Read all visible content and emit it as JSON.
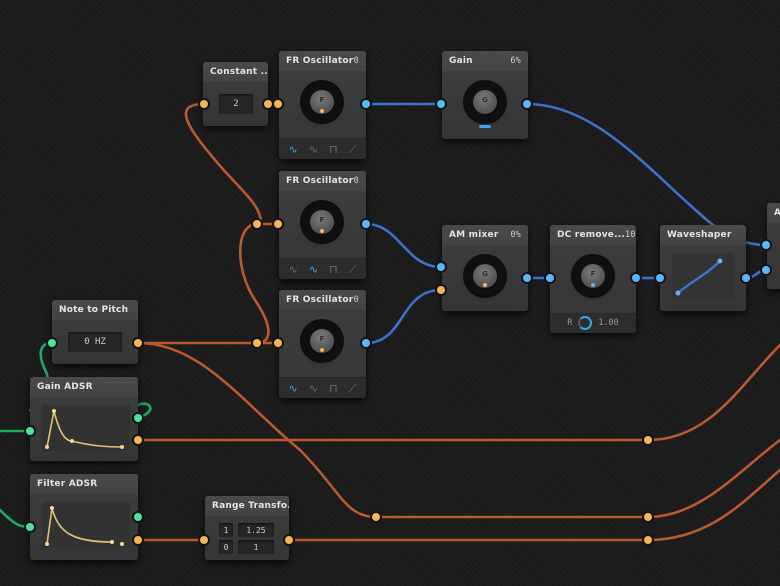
{
  "colors": {
    "audio_wire": "#3c72c8",
    "control_wire": "#b85a2c",
    "gate_wire": "#22a866",
    "audio_port": "#57b9f5",
    "control_port": "#f3b556",
    "gate_port": "#4fe39a"
  },
  "nodes": {
    "constant": {
      "title": "Constant ...",
      "value": "2"
    },
    "osc1": {
      "title": "FR Oscillator",
      "value": "0",
      "knob": "F",
      "active_wave": 0
    },
    "osc2": {
      "title": "FR Oscillator",
      "value": "0",
      "knob": "F",
      "active_wave": 1
    },
    "osc3": {
      "title": "FR Oscillator",
      "value": "0",
      "knob": "F",
      "active_wave": 0
    },
    "gain": {
      "title": "Gain",
      "value": "6%",
      "knob": "G"
    },
    "am_mixer": {
      "title": "AM mixer",
      "value": "0%",
      "knob": "G"
    },
    "dc_remover": {
      "title": "DC remove...",
      "value": "10",
      "knob": "F",
      "sub_label": "R",
      "sub_value": "1.00"
    },
    "waveshaper": {
      "title": "Waveshaper"
    },
    "output": {
      "title": "A"
    },
    "note_to_pitch": {
      "title": "Note to Pitch",
      "value": "0 HZ"
    },
    "gain_adsr": {
      "title": "Gain ADSR"
    },
    "filter_adsr": {
      "title": "Filter ADSR"
    },
    "range": {
      "title": "Range Transfo...",
      "in_max": "1",
      "out_max": "1.25",
      "in_min": "0",
      "out_min": "1"
    }
  },
  "waveform_icons": [
    "sine-icon",
    "triangle-icon",
    "square-icon",
    "sawtooth-icon"
  ]
}
